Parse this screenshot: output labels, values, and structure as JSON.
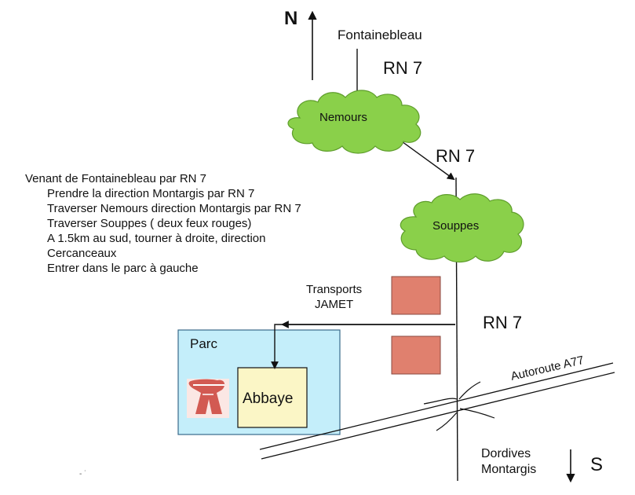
{
  "compass": {
    "north": "N",
    "south": "S"
  },
  "places": {
    "fontainebleau": "Fontainebleau",
    "nemours": "Nemours",
    "souppes": "Souppes",
    "transports_line1": "Transports",
    "transports_line2": "JAMET",
    "parc": "Parc",
    "abbaye": "Abbaye",
    "dordives": "Dordives",
    "montargis": "Montargis"
  },
  "roads": {
    "rn7_top": "RN 7",
    "rn7_mid": "RN 7",
    "rn7_low": "RN 7",
    "autoroute": "Autoroute A77"
  },
  "directions": {
    "heading": "Venant de Fontainebleau par RN 7",
    "steps": [
      "Prendre la direction Montargis par RN 7",
      "Traverser Nemours direction Montargis par RN 7",
      "Traverser Souppes ( deux feux rouges)",
      "A 1.5km au sud, tourner à droite, direction",
      "Cercanceaux",
      "Entrer dans le parc à gauche"
    ]
  },
  "colors": {
    "cloud": "#8ad04a",
    "parc_fill": "#c4eefa",
    "abbaye_fill": "#fbf6c6",
    "building": "#e0806e",
    "logo": "#d25a52"
  }
}
